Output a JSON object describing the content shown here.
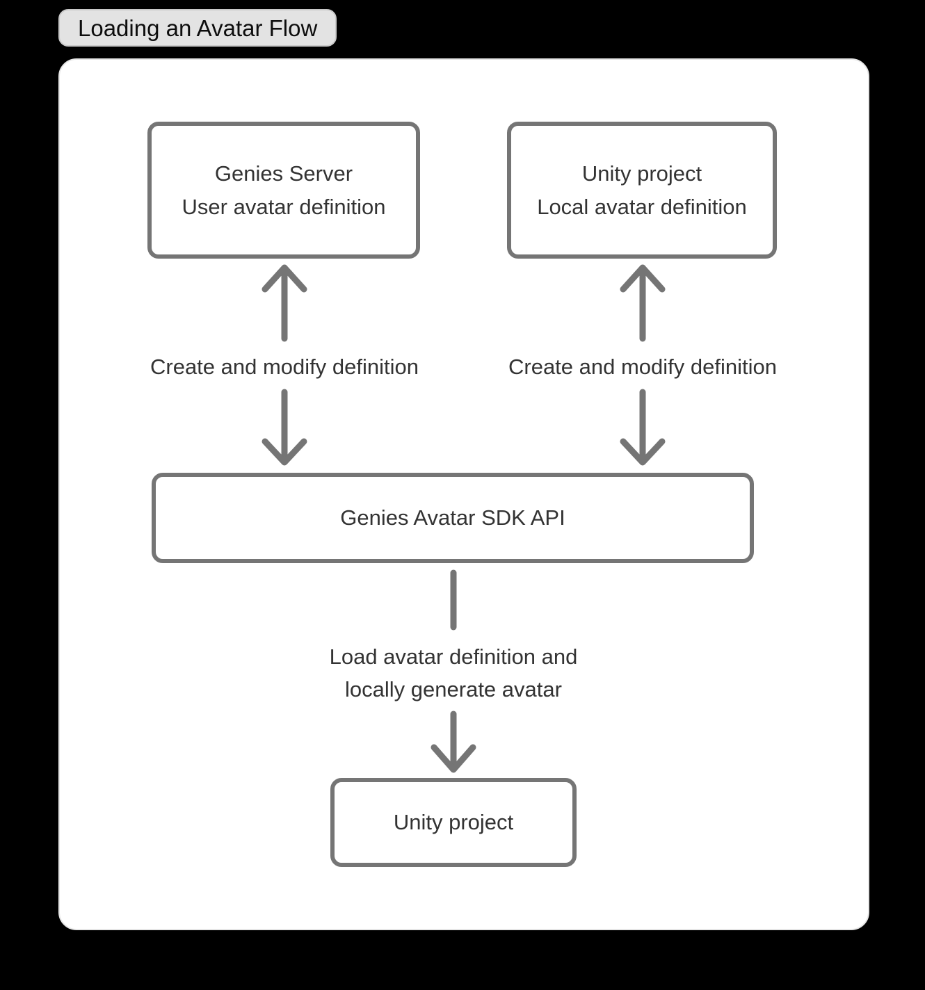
{
  "page": {
    "title_badge": "Loading an Avatar Flow"
  },
  "colors": {
    "page_background": "#000000",
    "panel_background": "#ffffff",
    "badge_background": "#e3e3e3",
    "badge_border": "#c9c9c9",
    "node_border": "#757575",
    "arrow_stroke": "#757575",
    "node_text": "#333333",
    "title_text": "#0d0d0d"
  },
  "diagram": {
    "nodes": [
      {
        "id": "genies-server",
        "lines": [
          "Genies Server",
          "User avatar definition"
        ]
      },
      {
        "id": "unity-project-local",
        "lines": [
          "Unity project",
          "Local avatar definition"
        ]
      },
      {
        "id": "genies-avatar-sdk-api",
        "lines": [
          "Genies Avatar SDK API"
        ]
      },
      {
        "id": "unity-project",
        "lines": [
          "Unity project"
        ]
      }
    ],
    "edge_labels": [
      {
        "id": "create-modify-left",
        "text": "Create and modify definition"
      },
      {
        "id": "create-modify-right",
        "text": "Create and modify definition"
      },
      {
        "id": "load-generate",
        "lines": [
          "Load avatar definition and",
          "locally generate avatar"
        ]
      }
    ]
  }
}
